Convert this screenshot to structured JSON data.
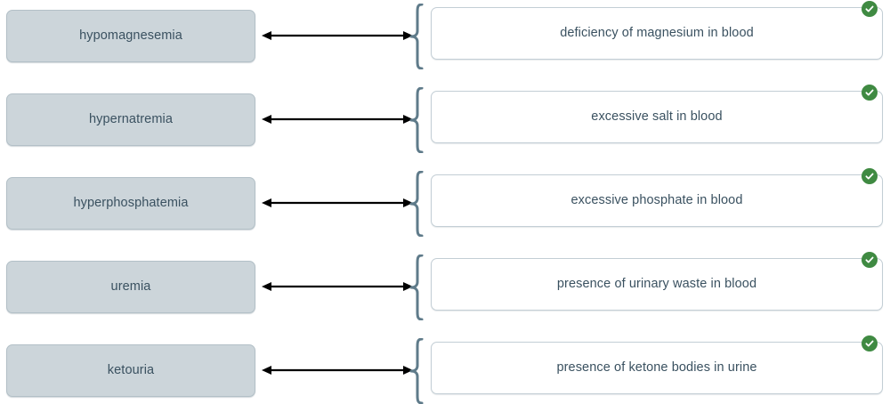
{
  "activity": {
    "type": "matching-exercise",
    "connector_icon": "double-headed-arrow-icon",
    "brace_icon": "curly-brace-icon",
    "status_icon": "check-circle-icon"
  },
  "colors": {
    "term_fill": "#ccd5da",
    "term_border": "#b3c0c7",
    "card_fill": "#ffffff",
    "card_border": "#c3ced5",
    "text": "#3a5160",
    "brace": "#5f7b8a",
    "arrow": "#000000",
    "correct_green": "#3f8a42",
    "page_background": "#ffffff"
  },
  "rows": [
    {
      "term": "hypomagnesemia",
      "definition": "deficiency of magnesium in blood",
      "status": "correct"
    },
    {
      "term": "hypernatremia",
      "definition": "excessive salt in blood",
      "status": "correct"
    },
    {
      "term": "hyperphosphatemia",
      "definition": "excessive phosphate in blood",
      "status": "correct"
    },
    {
      "term": "uremia",
      "definition": "presence of urinary waste in blood",
      "status": "correct"
    },
    {
      "term": "ketouria",
      "definition": "presence of ketone bodies in urine",
      "status": "correct"
    }
  ]
}
